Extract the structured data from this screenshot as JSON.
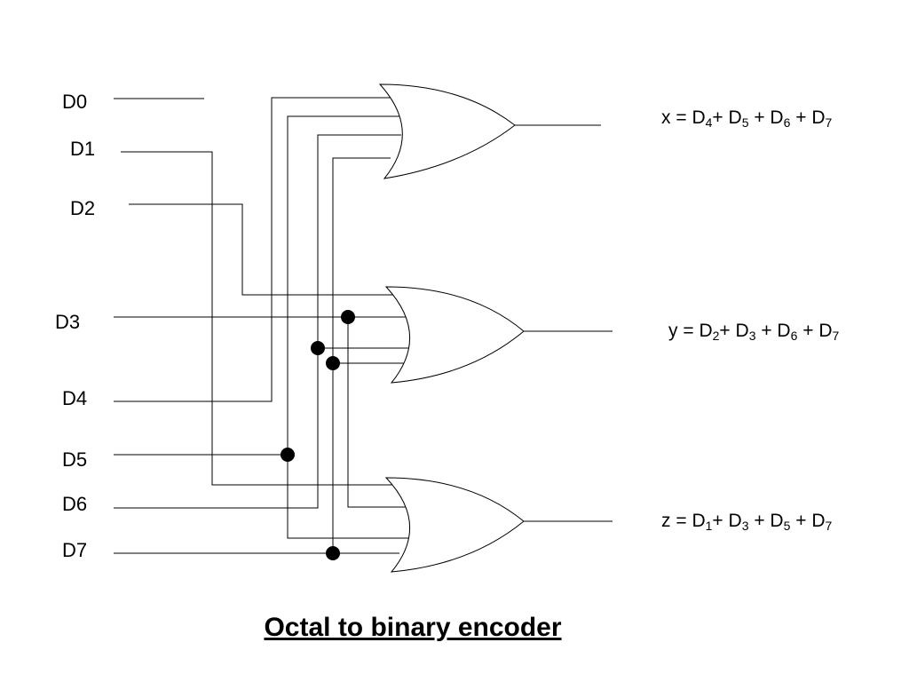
{
  "title": "Octal to binary encoder",
  "inputs": [
    "D0",
    "D1",
    "D2",
    "D3",
    "D4",
    "D5",
    "D6",
    "D7"
  ],
  "outputs": [
    {
      "name": "x",
      "terms": [
        "4",
        "5",
        "6",
        "7"
      ]
    },
    {
      "name": "y",
      "terms": [
        "2",
        "3",
        "6",
        "7"
      ]
    },
    {
      "name": "z",
      "terms": [
        "1",
        "3",
        "5",
        "7"
      ]
    }
  ],
  "symbols": {
    "equals": " = ",
    "var": "D",
    "first_plus": "+ ",
    "plus": " + "
  },
  "gate_type": "OR"
}
